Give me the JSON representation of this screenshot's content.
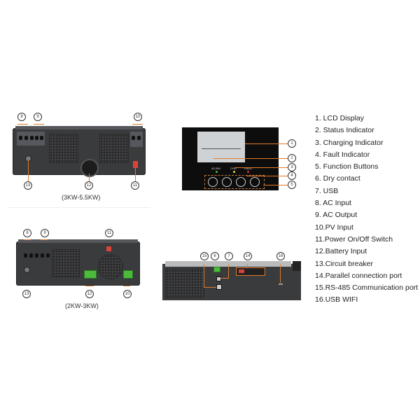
{
  "diagrams": {
    "large_model_caption": "(3KW-5.5KW)",
    "small_model_caption": "(2KW-3KW)",
    "lcd_panel": {
      "led_labels": [
        "AC/INV",
        "CHG",
        "FAULT"
      ],
      "led_colors": [
        "#3fbf4a",
        "#e8d43a",
        "#d63a2a"
      ]
    }
  },
  "callouts": {
    "large_model": [
      "8",
      "9",
      "10",
      "13",
      "12",
      "11"
    ],
    "lcd": [
      "1",
      "2",
      "3",
      "4",
      "5"
    ],
    "small_model": [
      "8",
      "9",
      "11",
      "13",
      "12",
      "10"
    ],
    "side_view": [
      "15",
      "6",
      "7",
      "14",
      "16"
    ]
  },
  "legend": [
    "1.  LCD Display",
    "2.  Status Indicator",
    "3.  Charging Indicator",
    "4.  Fault Indicator",
    "5.  Function Buttons",
    "6.  Dry contact",
    "7.  USB",
    "8.  AC Input",
    "9.  AC Output",
    "10.PV Input",
    "11.Power On/Off Switch",
    "12.Battery Input",
    "13.Circuit breaker",
    "14.Parallel connection port",
    "15.RS-485 Communication port",
    "16.USB WIFI"
  ],
  "colors": {
    "accent_line": "#e07a2a",
    "device_body": "#3a3b3d"
  }
}
